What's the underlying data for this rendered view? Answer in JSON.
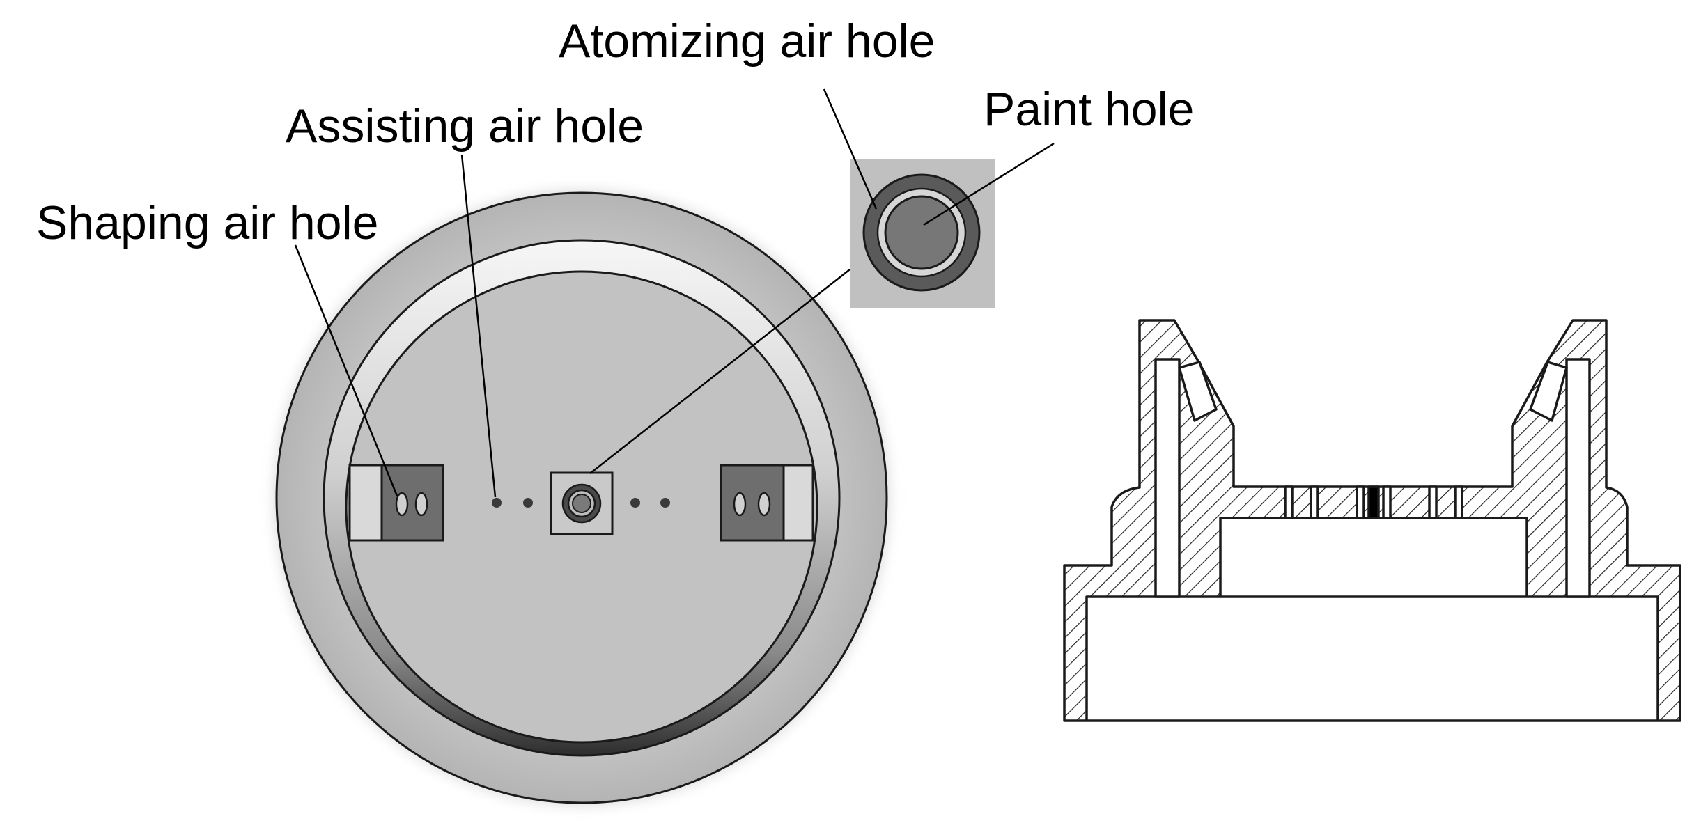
{
  "labels": {
    "atomizing": "Atomizing air hole",
    "paint": "Paint hole",
    "assisting": "Assisting air hole",
    "shaping": "Shaping air hole"
  },
  "colors": {
    "face": "#c0c0c0",
    "face_light": "#cbcbcb",
    "slot_dark": "#6e6e6e",
    "slot_light": "#d9d9d9",
    "hatch": "#222222",
    "outline": "#1a1a1a",
    "text": "#000000"
  }
}
